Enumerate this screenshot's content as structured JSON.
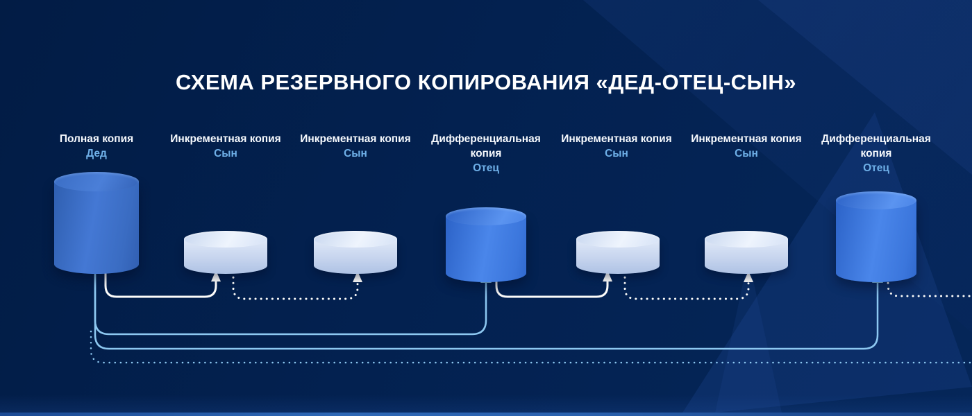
{
  "title": "СХЕМА РЕЗЕРВНОГО КОПИРОВАНИЯ «ДЕД-ОТЕЦ-СЫН»",
  "nodes": [
    {
      "type_label": "Полная копия",
      "role": "Дед",
      "kind": "full"
    },
    {
      "type_label": "Инкрементная копия",
      "role": "Сын",
      "kind": "incremental"
    },
    {
      "type_label": "Инкрементная копия",
      "role": "Сын",
      "kind": "incremental"
    },
    {
      "type_label": "Дифференциальная копия",
      "role": "Отец",
      "kind": "differential"
    },
    {
      "type_label": "Инкрементная копия",
      "role": "Сын",
      "kind": "incremental"
    },
    {
      "type_label": "Инкрементная копия",
      "role": "Сын",
      "kind": "incremental"
    },
    {
      "type_label": "Дифференциальная копия",
      "role": "Отец",
      "kind": "differential"
    }
  ],
  "connections": [
    {
      "from": "node-1",
      "to": "node-2",
      "style": "solid",
      "color": "white"
    },
    {
      "from": "node-2",
      "to": "node-3",
      "style": "dotted",
      "color": "white"
    },
    {
      "from": "node-1",
      "to": "node-4",
      "style": "solid",
      "color": "light-blue"
    },
    {
      "from": "node-4",
      "to": "node-5",
      "style": "solid",
      "color": "white"
    },
    {
      "from": "node-5",
      "to": "node-6",
      "style": "dotted",
      "color": "white"
    },
    {
      "from": "node-1",
      "to": "node-7",
      "style": "solid",
      "color": "light-blue"
    },
    {
      "from": "node-7",
      "to": "offscreen-right",
      "style": "dotted",
      "color": "white"
    },
    {
      "from": "node-1",
      "to": "offscreen-right",
      "style": "dotted",
      "color": "light-blue"
    }
  ],
  "colors": {
    "background": "#032150",
    "cylinder_blue": "#4a86ea",
    "cylinder_light": "#dde7f7",
    "role_text": "#6fb0e8",
    "connector_light_blue": "#8dc8f1",
    "connector_white": "#fdfdfb"
  }
}
